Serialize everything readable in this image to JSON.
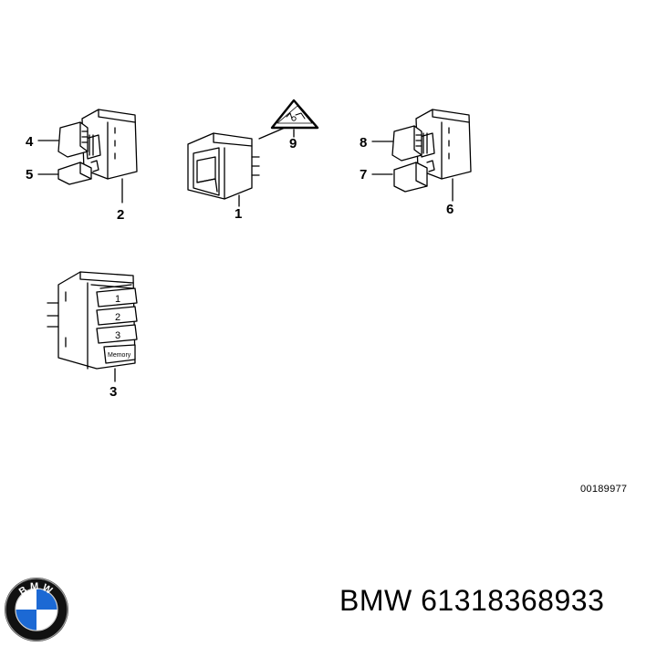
{
  "callouts": {
    "c1": "1",
    "c2": "2",
    "c3": "3",
    "c4": "4",
    "c5": "5",
    "c6": "6",
    "c7": "7",
    "c8": "8",
    "c9": "9"
  },
  "memory_switch": {
    "buttons": [
      "1",
      "2",
      "3"
    ],
    "memory_label": "Memory"
  },
  "logo_text": "BMW",
  "drawing_id": "00189977",
  "part_label": "BMW 61318368933",
  "colors": {
    "line": "#000000",
    "logo_blue": "#1c69d4",
    "logo_ring": "#111111"
  }
}
